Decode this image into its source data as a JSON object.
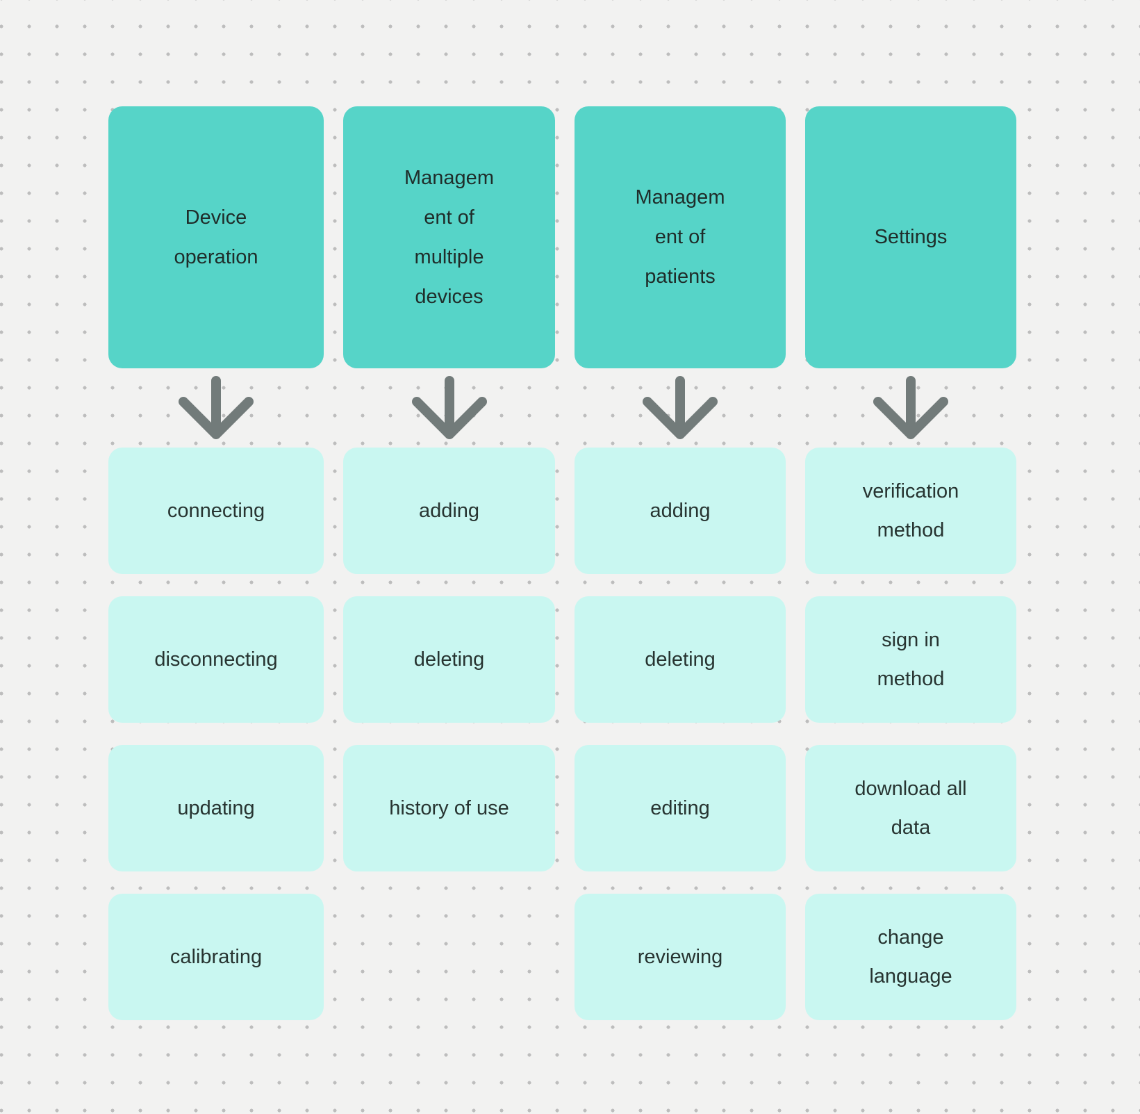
{
  "diagram": {
    "type": "hierarchy",
    "colors": {
      "header_fill": "#56d4c8",
      "item_fill": "#c9f7f1",
      "arrow": "#727b7a",
      "canvas_background": "#f2f2f1",
      "dot_grid": "#bdbdbd",
      "text": "#243230"
    },
    "columns": [
      {
        "id": "device-operation",
        "header": "Device\noperation",
        "items": [
          "connecting",
          "disconnecting",
          "updating",
          "calibrating"
        ]
      },
      {
        "id": "management-of-multiple-devices",
        "header": "Managem\nent of\nmultiple\ndevices",
        "items": [
          "adding",
          "deleting",
          "history of use"
        ]
      },
      {
        "id": "management-of-patients",
        "header": "Managem\nent of\npatients",
        "items": [
          "adding",
          "deleting",
          "editing",
          "reviewing"
        ]
      },
      {
        "id": "settings",
        "header": "Settings",
        "items": [
          "verification\nmethod",
          "sign in\nmethod",
          "download all\ndata",
          "change\nlanguage"
        ]
      }
    ]
  }
}
